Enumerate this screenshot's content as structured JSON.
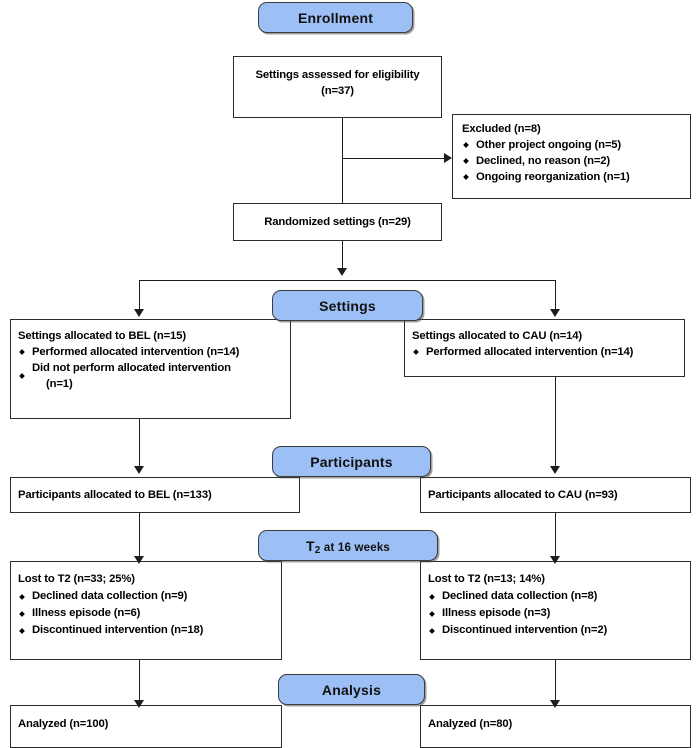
{
  "diagram": {
    "title": "CONSORT participant flow diagram",
    "accent_color": "#9cc0f5",
    "line_color": "#1d1d1d",
    "banners": {
      "enrollment": "Enrollment",
      "settings": "Settings",
      "participants": "Participants",
      "t2": "T2 at 16 weeks",
      "t2_main": "T",
      "t2_sub": "2",
      "t2_rest": " at 16 weeks",
      "analysis": "Analysis"
    },
    "nodes": {
      "assessed": {
        "line1": "Settings assessed for eligibility",
        "line2": "(n=37)"
      },
      "excluded": {
        "title": "Excluded (n=8)",
        "items": [
          "Other project ongoing (n=5)",
          "Declined, no reason (n=2)",
          "Ongoing reorganization (n=1)"
        ]
      },
      "randomized": {
        "title": "Randomized settings (n=29)"
      },
      "alloc_bel": {
        "title": "Settings allocated to BEL (n=15)",
        "items": [
          "Performed allocated intervention (n=14)",
          "Did not perform allocated intervention"
        ],
        "continuation": "(n=1)"
      },
      "alloc_cau": {
        "title": "Settings allocated to CAU (n=14)",
        "items": [
          "Performed allocated intervention (n=14)"
        ]
      },
      "part_bel": {
        "title": "Participants allocated to BEL (n=133)"
      },
      "part_cau": {
        "title": "Participants allocated to CAU (n=93)"
      },
      "lost_bel": {
        "title": "Lost to T2 (n=33; 25%)",
        "items": [
          "Declined data collection (n=9)",
          "Illness episode (n=6)",
          "Discontinued intervention (n=18)"
        ]
      },
      "lost_cau": {
        "title": "Lost to T2 (n=13; 14%)",
        "items": [
          "Declined data collection (n=8)",
          "Illness episode (n=3)",
          "Discontinued intervention (n=2)"
        ]
      },
      "analyzed_bel": {
        "title": "Analyzed (n=100)"
      },
      "analyzed_cau": {
        "title": "Analyzed (n=80)"
      }
    }
  }
}
